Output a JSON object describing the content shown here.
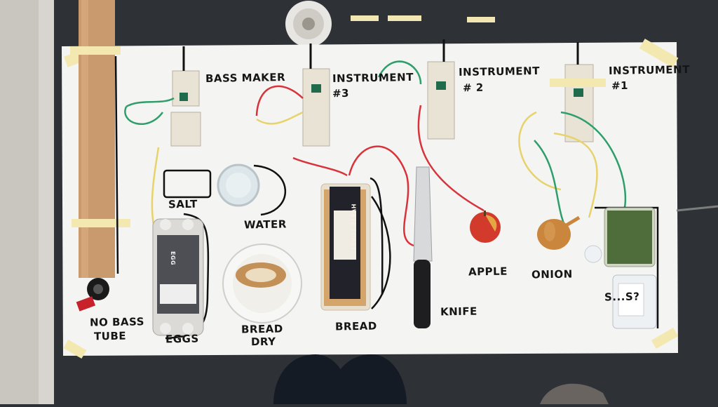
{
  "board": {
    "labels": {
      "bass_maker": "BASS MAKER",
      "instrument_3": "INSTRUMENT",
      "instrument_3_num": "#3",
      "instrument_2": "INSTRUMENT",
      "instrument_2_num": "# 2",
      "instrument_1": "INSTRUMENT",
      "instrument_1_num": "#1",
      "salt": "SALT",
      "water": "WATER",
      "eggs": "EGGS",
      "bread_dry_1": "BREAD",
      "bread_dry_2": "DRY",
      "bread": "BREAD",
      "knife": "KNIFE",
      "apple": "APPLE",
      "onion": "ONION",
      "sprouts": "S...S?",
      "no_bass_1": "NO BASS",
      "no_bass_2": "TUBE"
    },
    "packaging": {
      "bread_bag": "HVETE TOAST",
      "egg_carton": "EGG"
    }
  },
  "colors": {
    "background": "#2e3136",
    "board": "#f4f4f2",
    "tape": "#f3e9b0",
    "wire_red": "#d8333b",
    "wire_yellow": "#e7d36b",
    "wire_green": "#2f9e6b"
  }
}
